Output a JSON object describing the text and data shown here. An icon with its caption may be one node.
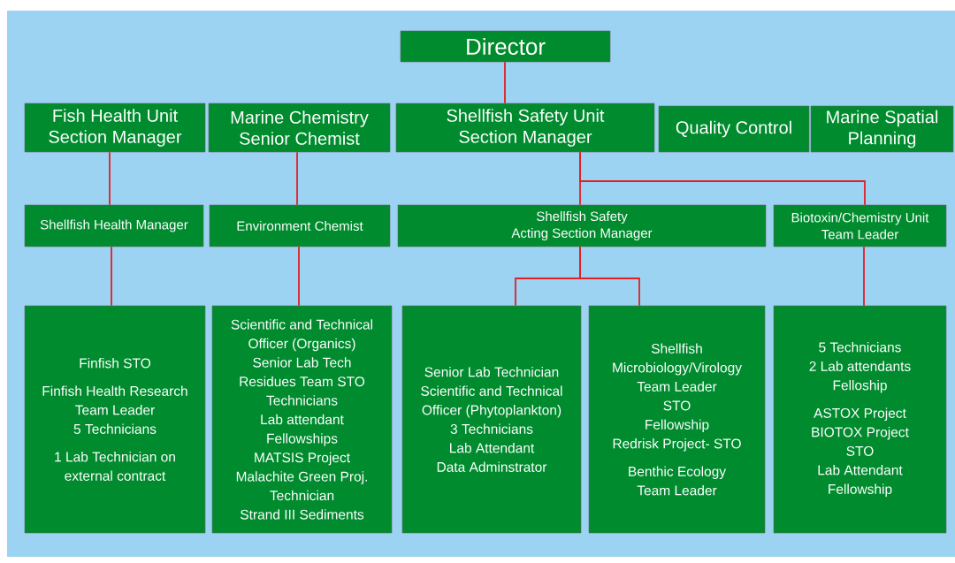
{
  "diagram": {
    "nodes": [
      {
        "text": [
          "Director"
        ]
      },
      {
        "text": [
          "Fish Health Unit",
          "Section Manager"
        ]
      },
      {
        "text": [
          "Marine Chemistry",
          "Senior Chemist"
        ]
      },
      {
        "text": [
          "Shellfish Safety Unit",
          "Section Manager"
        ]
      },
      {
        "text": [
          "Quality Control"
        ]
      },
      {
        "text": [
          "Marine Spatial",
          "Planning"
        ]
      },
      {
        "text": [
          "Shellfish Health Manager"
        ]
      },
      {
        "text": [
          "Environment Chemist"
        ]
      },
      {
        "text": [
          "Shellfish Safety",
          "Acting Section Manager"
        ]
      },
      {
        "text": [
          "Biotoxin/Chemistry Unit",
          "Team Leader"
        ]
      },
      {
        "text": [
          "Finfish STO",
          "Finfish Health Research",
          "Team Leader",
          "5 Technicians",
          "1 Lab Technician on",
          "external contract"
        ]
      },
      {
        "text": [
          "Scientific and Technical",
          "Officer (Organics)",
          "Senior Lab Tech",
          "Residues Team STO",
          "Technicians",
          "Lab attendant",
          "Fellowships",
          "MATSIS Project",
          "Malachite Green Proj.",
          "Technician",
          "Strand III Sediments"
        ]
      },
      {
        "text": [
          "Senior Lab Technician",
          "Scientific and Technical",
          "Officer (Phytoplankton)",
          "3 Technicians",
          "Lab Attendant",
          "Data Adminstrator"
        ]
      },
      {
        "text": [
          "Shellfish",
          "Microbiology/Virology",
          "Team Leader",
          "STO",
          "Fellowship",
          "Redrisk Project- STO",
          "Benthic Ecology",
          "Team Leader"
        ]
      },
      {
        "text": [
          "5 Technicians",
          "2 Lab attendants",
          "Felloship",
          "ASTOX Project",
          "BIOTOX Project",
          "STO",
          "Lab Attendant",
          "Fellowship"
        ]
      }
    ],
    "edges": [
      {
        "from": 0,
        "to": 3,
        "arrow": "none"
      },
      {
        "from": 1,
        "to": 6,
        "arrow": "none"
      },
      {
        "from": 2,
        "to": 7,
        "arrow": "none"
      },
      {
        "from": 3,
        "to": 8,
        "arrow": "none"
      },
      {
        "from": 3,
        "to": 9,
        "arrow": "none"
      },
      {
        "from": 6,
        "to": 10,
        "arrow": "none"
      },
      {
        "from": 7,
        "to": 11,
        "arrow": "none"
      },
      {
        "from": 8,
        "to": 12,
        "arrow": "none"
      },
      {
        "from": 8,
        "to": 13,
        "arrow": "none"
      },
      {
        "from": 9,
        "to": 14,
        "arrow": "none"
      }
    ]
  }
}
